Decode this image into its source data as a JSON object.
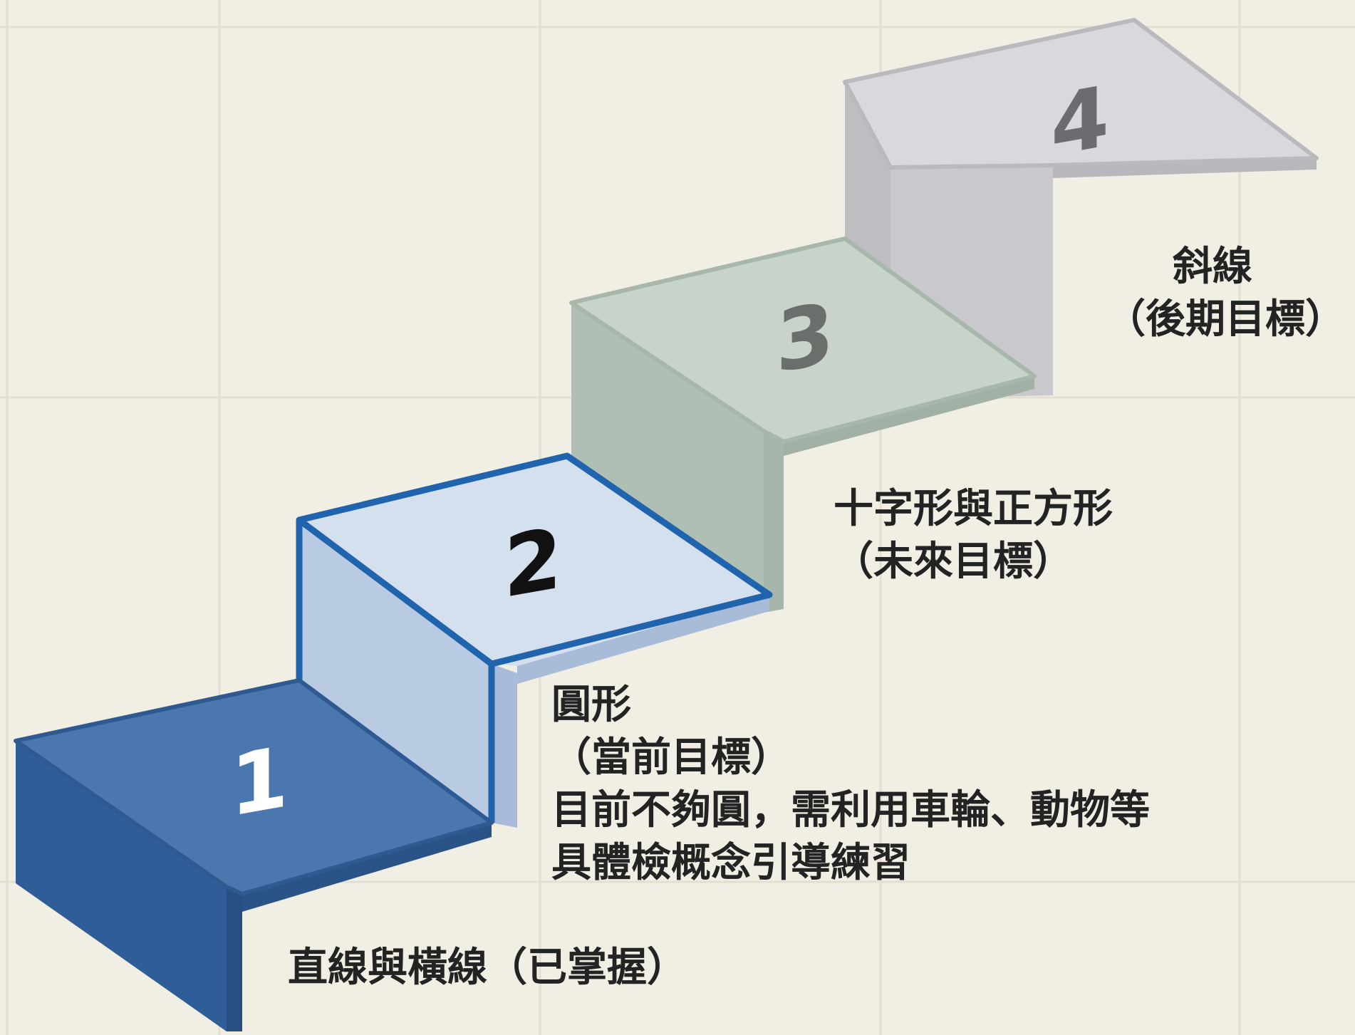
{
  "steps": [
    {
      "number": "1",
      "label_lines": [
        "直線與橫線（已掌握）"
      ],
      "fill": "#4a77ad",
      "number_color": "#ffffff"
    },
    {
      "number": "2",
      "label_lines": [
        "圓形",
        "（當前目標）",
        "目前不夠圓，需利用車輪、動物等",
        "具體檢概念引導練習"
      ],
      "fill": "#d5e0ef",
      "stroke": "#1f64ad",
      "number_color": "#111111"
    },
    {
      "number": "3",
      "label_lines": [
        "十字形與正方形",
        "（未來目標）"
      ],
      "fill": "#c6d1c7",
      "number_color": "#6a6f6c"
    },
    {
      "number": "4",
      "label_lines": [
        "斜線",
        "（後期目標）"
      ],
      "fill": "#d3d3d6",
      "number_color": "#6b6b70"
    }
  ],
  "colors": {
    "background": "#f1efe3",
    "grid": "#e2dfd2",
    "label_text": "#232323"
  }
}
